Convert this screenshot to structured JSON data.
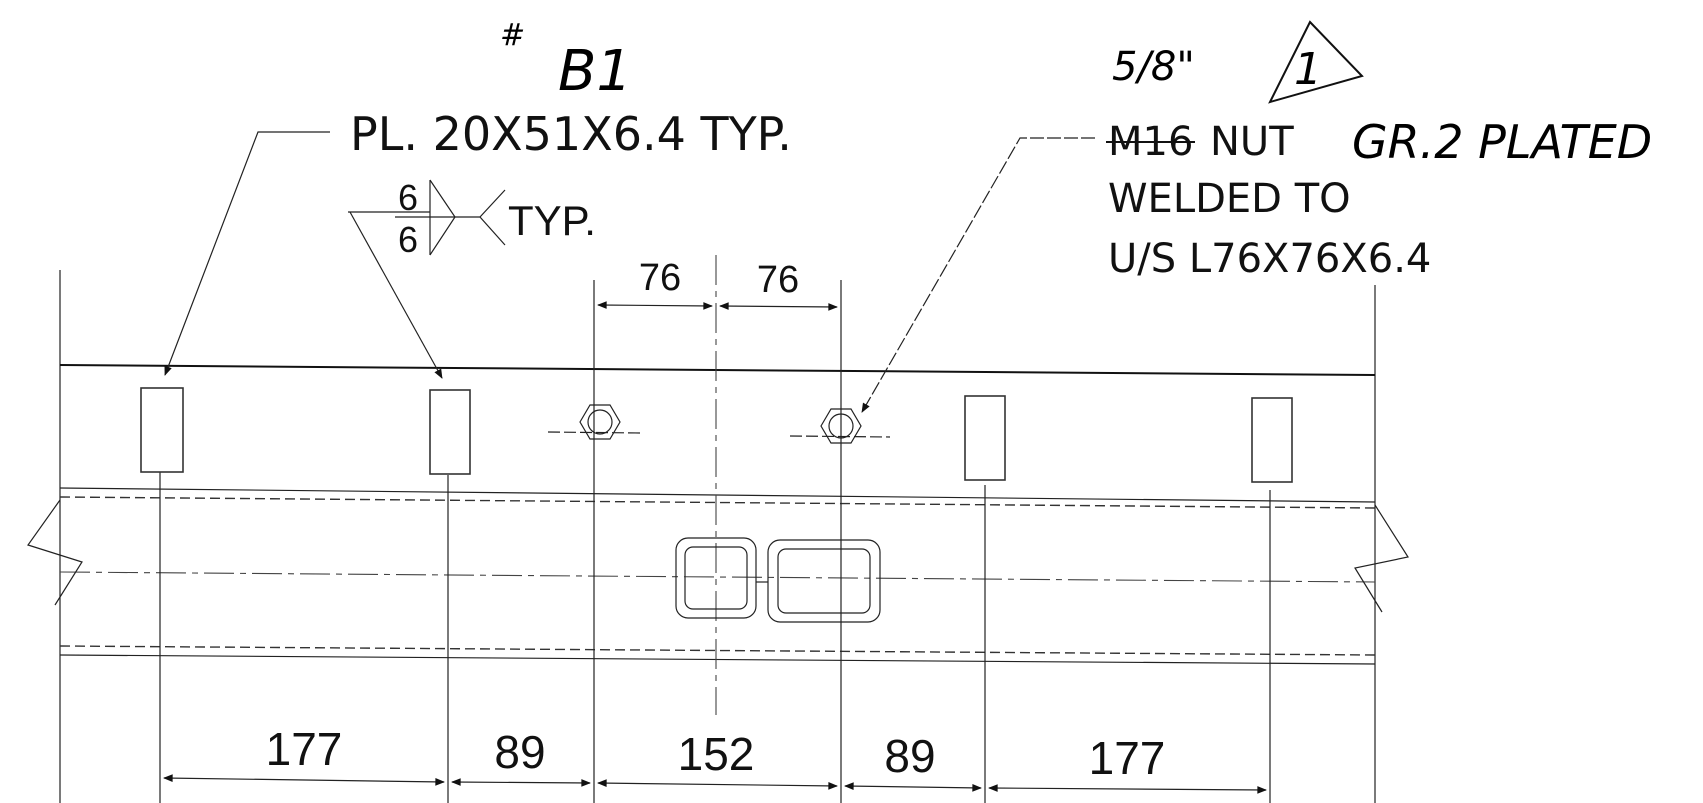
{
  "drawing": {
    "handwritten": {
      "mark_hash": "#",
      "mark_id": "B1",
      "revision_number": "1",
      "nut_size_fraction": "5/8\"",
      "nut_grade_text": "GR.2 PLATED"
    },
    "plate_note": "PL. 20X51X6.4 TYP.",
    "weld_symbol": {
      "size_top": "6",
      "size_bottom": "6",
      "tail_text": "TYP."
    },
    "nut_note": {
      "struck_text": "M16",
      "nut_text": "NUT",
      "line2": "WELDED TO",
      "line3": "U/S L76X76X6.4"
    },
    "top_dimensions": [
      "76",
      "76"
    ],
    "bottom_dimensions": [
      "177",
      "89",
      "152",
      "89",
      "177"
    ]
  }
}
